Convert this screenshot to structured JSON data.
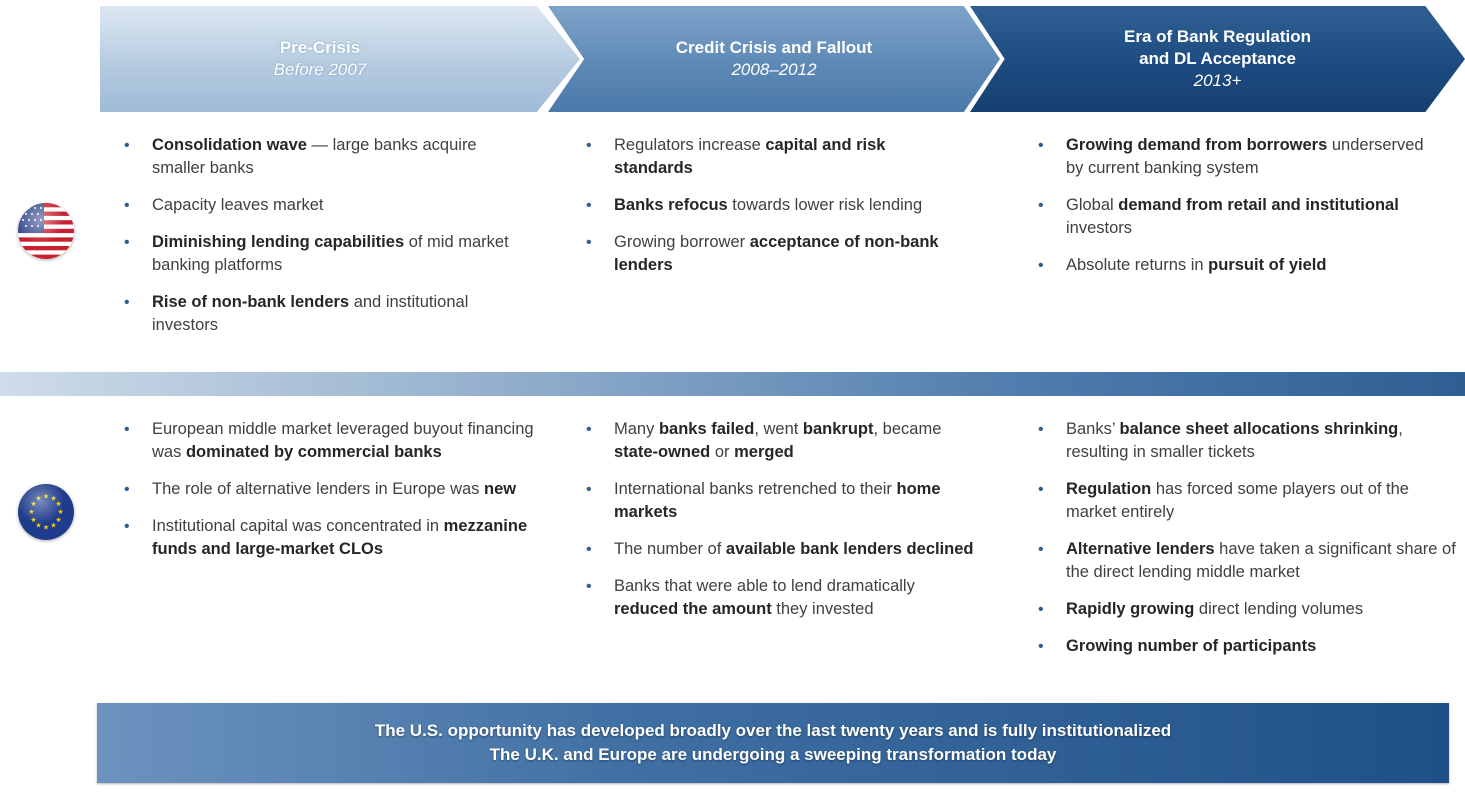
{
  "phases": [
    {
      "title": "Pre-Crisis",
      "subtitle": "Before 2007"
    },
    {
      "title": "Credit Crisis and Fallout",
      "subtitle": "2008–2012"
    },
    {
      "title_line1": "Era of Bank Regulation",
      "title_line2": "and DL Acceptance",
      "subtitle": "2013+"
    }
  ],
  "us": {
    "flag_icon": "us-flag-icon",
    "col1": [
      {
        "b": "Consolidation wave",
        "t": " — large banks acquire smaller banks"
      },
      {
        "t": "Capacity leaves market"
      },
      {
        "b": "Diminishing lending capabilities",
        "t": " of mid market banking platforms"
      },
      {
        "b": "Rise of non-bank lenders",
        "t": " and institutional investors"
      }
    ],
    "col2": [
      {
        "t0": "Regulators increase ",
        "b": "capital  and risk standards"
      },
      {
        "b": "Banks refocus",
        "t": " towards lower risk lending"
      },
      {
        "t0": "Growing borrower ",
        "b": "acceptance of non-bank lenders"
      }
    ],
    "col3": [
      {
        "b": "Growing demand from borrowers",
        "t": " underserved  by current banking system"
      },
      {
        "t0": "Global ",
        "b": "demand from retail and institutional",
        "t": "  investors"
      },
      {
        "t0": "Absolute returns in ",
        "b": "pursuit of yield"
      }
    ]
  },
  "eu": {
    "flag_icon": "eu-flag-icon",
    "col1": [
      {
        "t0": "European middle market leveraged buyout financing was ",
        "b": "dominated by commercial banks"
      },
      {
        "t0": "The role of alternative lenders in Europe was ",
        "b": "new"
      },
      {
        "t0": "Institutional capital was concentrated in ",
        "b": "mezzanine funds and large-market CLOs"
      }
    ],
    "col2": [
      {
        "t0": "Many ",
        "b": "banks failed",
        "t": ", went ",
        "b2": "bankrupt",
        "t2": ", became ",
        "b3": "state-owned",
        "t3": " or ",
        "b4": "merged"
      },
      {
        "t0": "International banks retrenched to their ",
        "b": "home markets"
      },
      {
        "t0": "The number of ",
        "b": "available bank lenders declined"
      },
      {
        "t0": "Banks that were able to lend dramatically ",
        "b": "reduced the amount",
        "t": " they invested"
      }
    ],
    "col3": [
      {
        "t0": "Banks’ ",
        "b": "balance sheet allocations shrinking",
        "t": ", resulting in smaller tickets"
      },
      {
        "b": "Regulation",
        "t": " has forced some players out of the market entirely"
      },
      {
        "b": "Alternative lenders",
        "t": " have taken a significant share of the direct lending middle market"
      },
      {
        "b": "Rapidly growing",
        "t": " direct lending volumes"
      },
      {
        "b": "Growing number of participants"
      }
    ]
  },
  "footer": {
    "line1": "The U.S. opportunity has developed broadly over the last twenty years and is fully institutionalized",
    "line2": "The U.K. and Europe are undergoing a sweeping transformation today"
  },
  "colors": {
    "accent": "#2e5d94",
    "dark_blue": "#1c4a7f",
    "light_blue": "#b3c9df"
  }
}
